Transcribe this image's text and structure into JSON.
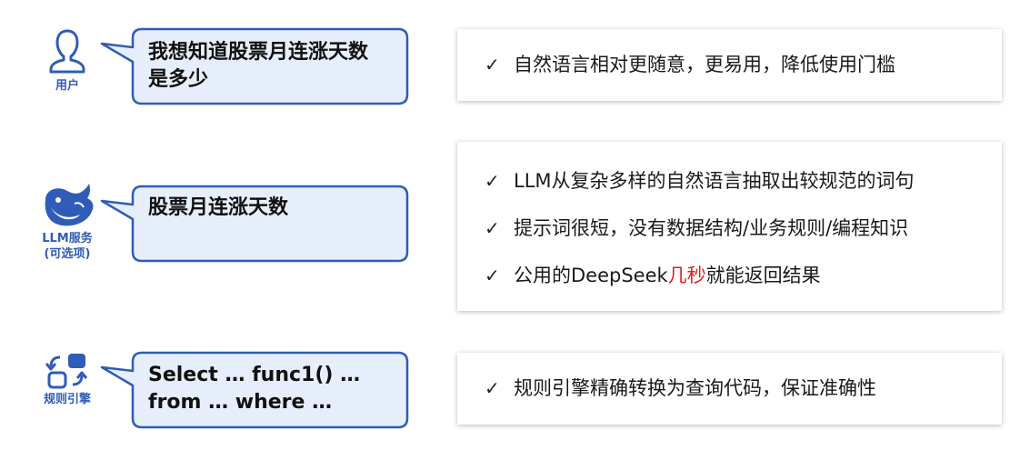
{
  "rows": [
    {
      "role_label": "用户",
      "icon": "user-icon",
      "bubble_lines": [
        "我想知道股票月连涨天数",
        "是多少"
      ],
      "points": [
        {
          "text": "自然语言相对更随意，更易用，降低使用门槛"
        }
      ]
    },
    {
      "role_label": "LLM服务\n(可选项)",
      "icon": "whale-icon",
      "bubble_lines": [
        "股票月连涨天数"
      ],
      "points": [
        {
          "text": "LLM从复杂多样的自然语言抽取出较规范的词句"
        },
        {
          "text": "提示词很短，没有数据结构/业务规则/编程知识"
        },
        {
          "before": "公用的DeepSeek",
          "highlight": "几秒",
          "after": "就能返回结果"
        }
      ]
    },
    {
      "role_label": "规则引擎",
      "icon": "rule-engine-icon",
      "bubble_lines": [
        "Select … func1() …",
        "from … where …"
      ],
      "points": [
        {
          "text": "规则引擎精确转换为查询代码，保证准确性"
        }
      ]
    }
  ],
  "check_mark": "✓",
  "colors": {
    "accent": "#2f5cb7",
    "bubble_fill": "#e7eefb",
    "highlight": "#e02020"
  }
}
